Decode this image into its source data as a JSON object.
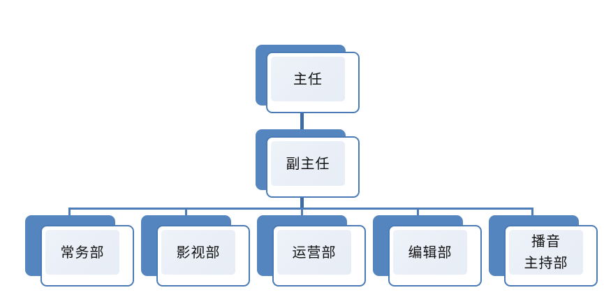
{
  "chart_title": "",
  "theme": {
    "page_background": "#ffffff",
    "backing_blue": "#5585bf",
    "card_border_blue": "#4a7ab5",
    "card_fill": "#ffffff",
    "panel_fill": "#eef2f9",
    "connector_blue": "#3f6ba4",
    "bus_blue": "#4d7cb8",
    "text_color": "#121212"
  },
  "nodes": {
    "director": {
      "label": "主任"
    },
    "deputy_director": {
      "label": "副主任"
    },
    "departments": [
      {
        "label": "常务部"
      },
      {
        "label": "影视部"
      },
      {
        "label": "运营部"
      },
      {
        "label": "编辑部"
      },
      {
        "label": "播音\n主持部"
      }
    ]
  }
}
